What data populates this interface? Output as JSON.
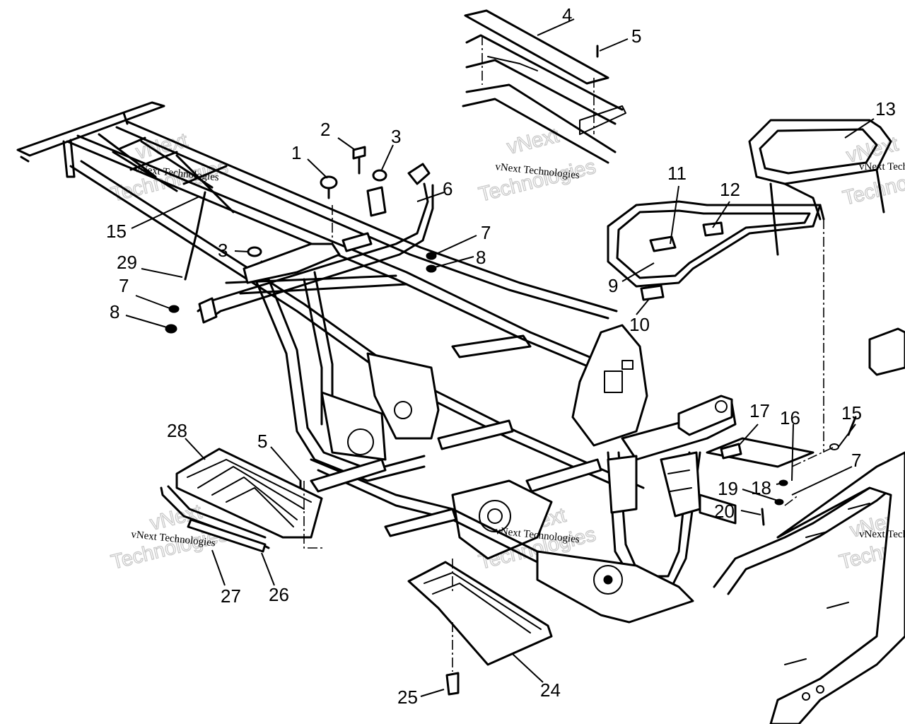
{
  "watermark": {
    "small": "vNext Technologies",
    "large_line1": "vNext",
    "large_line2": "Technologies"
  },
  "callouts": [
    {
      "id": "c1",
      "label": "1"
    },
    {
      "id": "c2",
      "label": "2"
    },
    {
      "id": "c3a",
      "label": "3"
    },
    {
      "id": "c3b",
      "label": "3"
    },
    {
      "id": "c4",
      "label": "4"
    },
    {
      "id": "c5a",
      "label": "5"
    },
    {
      "id": "c5b",
      "label": "5"
    },
    {
      "id": "c6",
      "label": "6"
    },
    {
      "id": "c7a",
      "label": "7"
    },
    {
      "id": "c7b",
      "label": "7"
    },
    {
      "id": "c7c",
      "label": "7"
    },
    {
      "id": "c8a",
      "label": "8"
    },
    {
      "id": "c8b",
      "label": "8"
    },
    {
      "id": "c9",
      "label": "9"
    },
    {
      "id": "c10",
      "label": "10"
    },
    {
      "id": "c11",
      "label": "11"
    },
    {
      "id": "c12",
      "label": "12"
    },
    {
      "id": "c13",
      "label": "13"
    },
    {
      "id": "c15a",
      "label": "15"
    },
    {
      "id": "c15b",
      "label": "15"
    },
    {
      "id": "c16",
      "label": "16"
    },
    {
      "id": "c17",
      "label": "17"
    },
    {
      "id": "c18",
      "label": "18"
    },
    {
      "id": "c19",
      "label": "19"
    },
    {
      "id": "c20",
      "label": "20"
    },
    {
      "id": "c24",
      "label": "24"
    },
    {
      "id": "c25",
      "label": "25"
    },
    {
      "id": "c26",
      "label": "26"
    },
    {
      "id": "c27",
      "label": "27"
    },
    {
      "id": "c28",
      "label": "28"
    },
    {
      "id": "c29",
      "label": "29"
    }
  ]
}
